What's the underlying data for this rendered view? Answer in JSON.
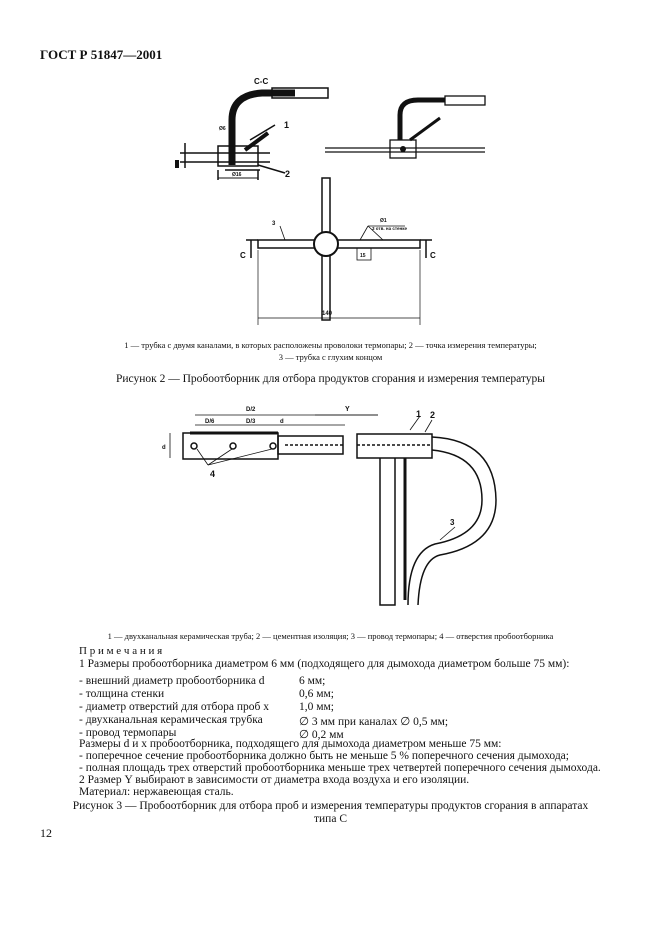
{
  "header": {
    "title": "ГОСТ Р 51847—2001"
  },
  "figure2": {
    "labels": {
      "section": "С-С",
      "d6": "Ø6",
      "d16": "Ø16",
      "n1": "1",
      "n2": "2",
      "n3": "3",
      "d1": "Ø1",
      "holes": "3 отв. на стенке",
      "dim15": "15",
      "dim140": "140",
      "c_left": "С",
      "c_right": "С"
    },
    "legend_line1": "1 — трубка с двумя каналами, в которых расположены проволоки термопары; 2 — точка измерения температуры;",
    "legend_line2": "3 — трубка с глухим концом",
    "caption": "Рисунок 2 — Пробоотборник для отбора продуктов сгорания и измерения температуры"
  },
  "figure3": {
    "labels": {
      "D2": "D/2",
      "D6": "D/6",
      "D3": "D/3",
      "d": "d",
      "Y": "Y",
      "dd": "d",
      "n1": "1",
      "n2": "2",
      "n3": "3",
      "n4": "4"
    },
    "legend": "1 — двухканальная керамическая труба; 2 — цементная изоляция; 3 — провод термопары; 4 — отверстия пробоотборника",
    "notes_title": "П р и м е ч а н и я",
    "note1": "1  Размеры пробоотборника диаметром 6 мм (подходящего для дымохода диаметром больше 75 мм):",
    "specs": [
      {
        "name": "- внешний диаметр пробоотборника d",
        "value": "6 мм;"
      },
      {
        "name": "- толщина стенки",
        "value": "0,6 мм;"
      },
      {
        "name": "- диаметр отверстий для отбора проб x",
        "value": "1,0 мм;"
      },
      {
        "name": "- двухканальная керамическая трубка",
        "value": "∅ 3 мм при каналах ∅ 0,5 мм;"
      },
      {
        "name": "- провод термопары",
        "value": "∅ 0,2 мм"
      }
    ],
    "para1": "Размеры d и x пробоотборника, подходящего для дымохода диаметром меньше 75 мм:",
    "para2": "- поперечное сечение пробоотборника должно быть не меньше 5 % поперечного сечения дымохода;",
    "para3": "- полная площадь трех отверстий пробоотборника меньше трех четвертей поперечного сечения дымохода.",
    "note2": "2  Размер Y выбирают в зависимости от диаметра входа воздуха и его изоляции.",
    "material": "Материал: нержавеющая сталь.",
    "caption_line1": "Рисунок 3 — Пробоотборник для отбора проб и измерения температуры продуктов сгорания в аппаратах",
    "caption_line2": "типа С"
  },
  "footer": {
    "page_number": "12"
  }
}
